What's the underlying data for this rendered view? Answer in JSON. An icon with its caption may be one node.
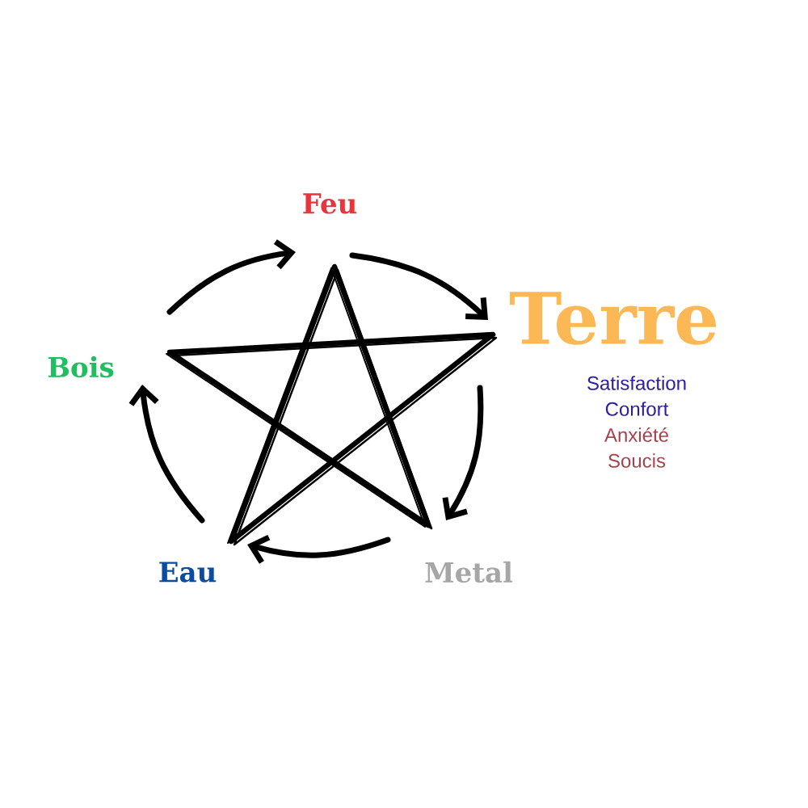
{
  "diagram": {
    "nodes": [
      {
        "text": [
          "Feu"
        ]
      },
      {
        "text": [
          "Terre"
        ],
        "beside": [
          "Satisfaction",
          "Confort",
          "Anxiété",
          "Soucis"
        ]
      },
      {
        "text": [
          "Metal"
        ]
      },
      {
        "text": [
          "Eau"
        ]
      },
      {
        "text": [
          "Bois"
        ]
      }
    ],
    "edges": [
      {
        "from": 4,
        "to": 0,
        "arrow": "to"
      },
      {
        "from": 0,
        "to": 1,
        "arrow": "to"
      },
      {
        "from": 1,
        "to": 2,
        "arrow": "to"
      },
      {
        "from": 2,
        "to": 3,
        "arrow": "to"
      },
      {
        "from": 3,
        "to": 4,
        "arrow": "to"
      }
    ]
  }
}
